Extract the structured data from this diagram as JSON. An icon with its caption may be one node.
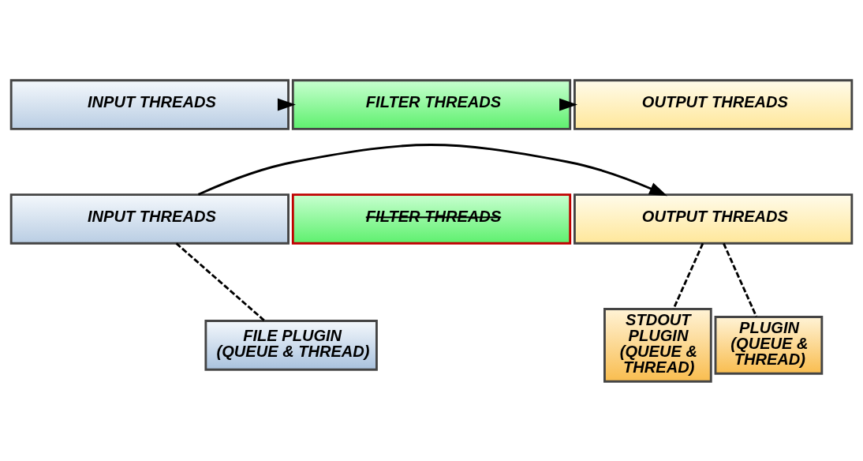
{
  "diagram": {
    "nodes": [
      {
        "text": [
          "INPUT THREADS"
        ]
      },
      {
        "text": [
          "FILTER THREADS"
        ]
      },
      {
        "text": [
          "OUTPUT THREADS"
        ]
      },
      {
        "text": [
          "INPUT THREADS"
        ]
      },
      {
        "text": [
          "FILTER THREADS"
        ]
      },
      {
        "text": [
          "OUTPUT THREADS"
        ]
      },
      {
        "text": [
          "FILE PLUGIN (QUEUE & THREAD)"
        ]
      },
      {
        "text": [
          "STDOUT PLUGIN (QUEUE & THREAD)"
        ]
      },
      {
        "text": [
          "PLUGIN (QUEUE & THREAD)"
        ]
      }
    ],
    "edges": [
      {
        "from": 0,
        "to": 1,
        "arrow": "to"
      },
      {
        "from": 1,
        "to": 2,
        "arrow": "to"
      },
      {
        "from": 3,
        "to": 5,
        "arrow": "to"
      },
      {
        "from": 3,
        "to": 6,
        "arrow": "none",
        "style": "dashed"
      },
      {
        "from": 5,
        "to": 7,
        "arrow": "none",
        "style": "dashed"
      },
      {
        "from": 5,
        "to": 8,
        "arrow": "none",
        "style": "dashed"
      }
    ]
  }
}
